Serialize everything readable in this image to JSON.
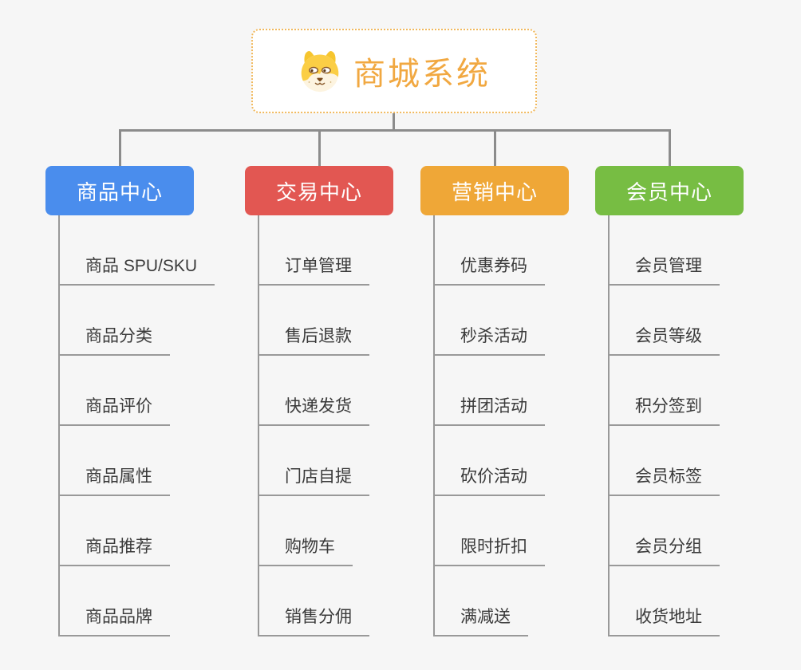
{
  "root": {
    "title": "商城系统",
    "icon": "shiba-dog-icon",
    "text_color": "#f1a841",
    "border_color": "#f1b95e"
  },
  "connector_color": "#8c8c8c",
  "background_color": "#f6f6f6",
  "branches": [
    {
      "label": "商品中心",
      "color": "#4a8ded",
      "items": [
        "商品 SPU/SKU",
        "商品分类",
        "商品评价",
        "商品属性",
        "商品推荐",
        "商品品牌"
      ]
    },
    {
      "label": "交易中心",
      "color": "#e25752",
      "items": [
        "订单管理",
        "售后退款",
        "快递发货",
        "门店自提",
        "购物车",
        "销售分佣"
      ]
    },
    {
      "label": "营销中心",
      "color": "#efa737",
      "items": [
        "优惠券码",
        "秒杀活动",
        "拼团活动",
        "砍价活动",
        "限时折扣",
        "满减送"
      ]
    },
    {
      "label": "会员中心",
      "color": "#77bd43",
      "items": [
        "会员管理",
        "会员等级",
        "积分签到",
        "会员标签",
        "会员分组",
        "收货地址"
      ]
    }
  ]
}
